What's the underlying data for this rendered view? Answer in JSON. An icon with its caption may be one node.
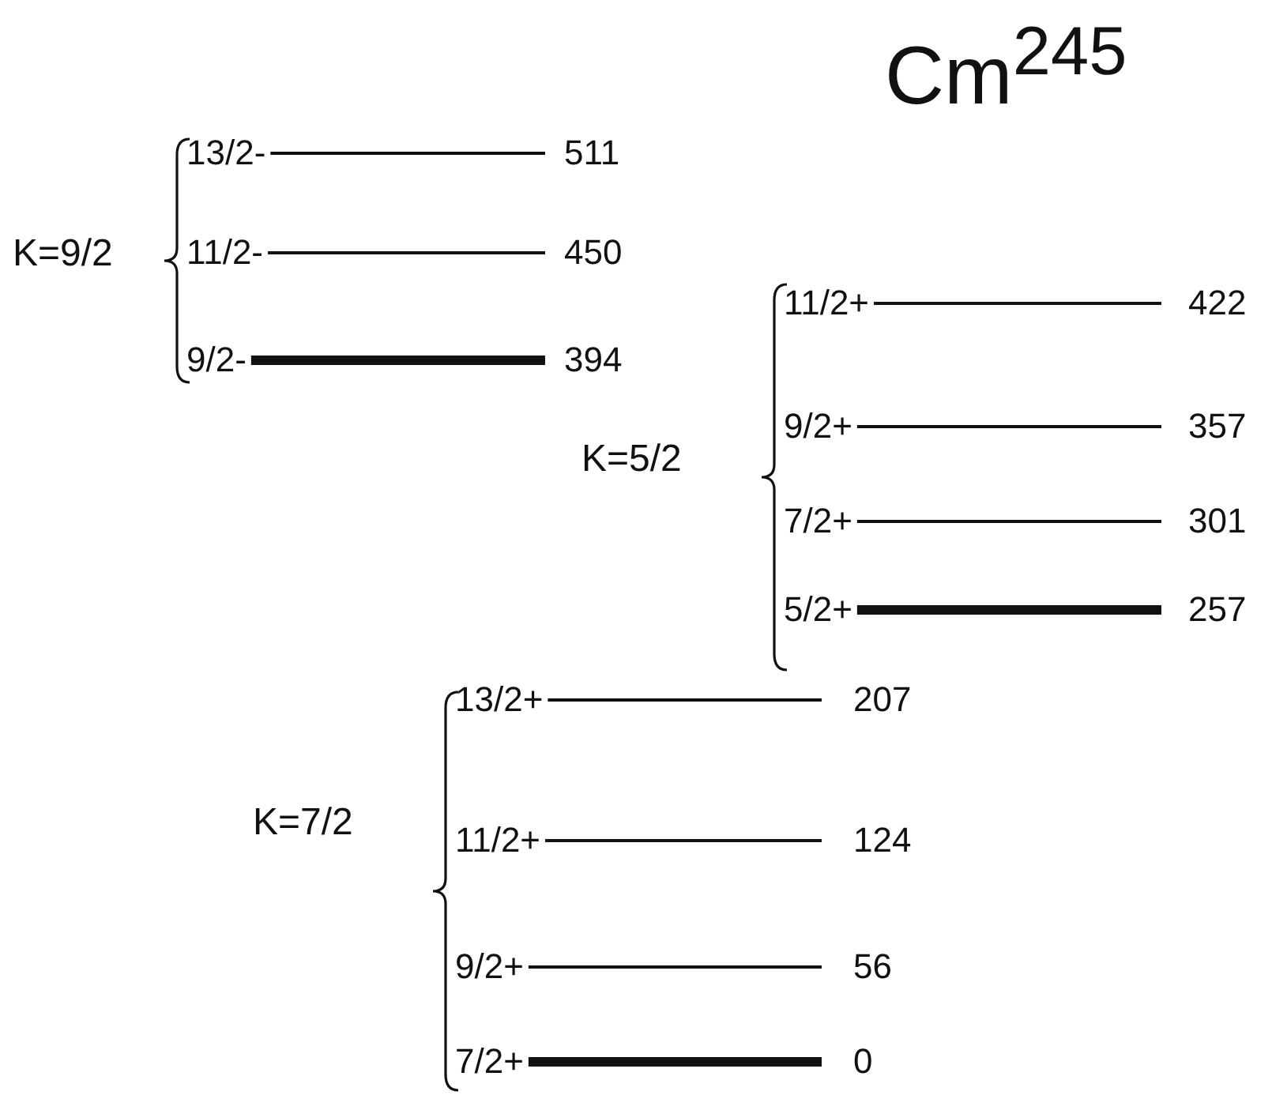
{
  "diagram": {
    "title": "Cm$^{245}$",
    "labels": [
      "K=9/2",
      "13/2-",
      "511",
      "11/2-",
      "450",
      "9/2-",
      "394",
      "K=5/2",
      "11/2+",
      "422",
      "9/2+",
      "357",
      "7/2+",
      "301",
      "5/2+",
      "257",
      "K=7/2",
      "13/2+",
      "207",
      "11/2+",
      "124",
      "9/2+",
      "56",
      "7/2+",
      "0"
    ]
  }
}
